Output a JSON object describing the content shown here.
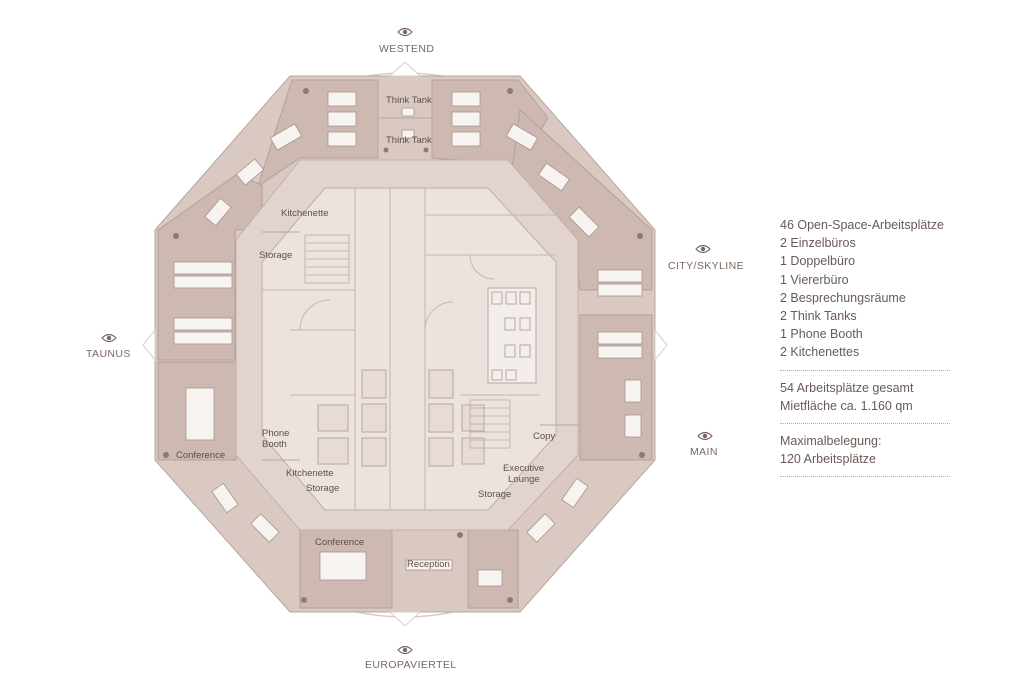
{
  "directions": {
    "north": "WESTEND",
    "east_upper": "CITY/SKYLINE",
    "east_lower": "MAIN",
    "west": "TAUNUS",
    "south": "EUROPAVIERTEL"
  },
  "rooms": {
    "think_tank_1": "Think Tank",
    "think_tank_2": "Think Tank",
    "kitchenette_top": "Kitchenette",
    "storage_left": "Storage",
    "conference_left": "Conference",
    "phone_booth_line1": "Phone",
    "phone_booth_line2": "Booth",
    "kitchenette_bottom": "Kitchenette",
    "storage_bottom": "Storage",
    "copy": "Copy",
    "executive_lounge_line1": "Executive",
    "executive_lounge_line2": "Lounge",
    "storage_right": "Storage",
    "conference_bottom": "Conference",
    "reception": "Reception"
  },
  "legend": {
    "features": [
      "46 Open-Space-Arbeitsplätze",
      "2 Einzelbüros",
      "1 Doppelbüro",
      "1 Viererbüro",
      "2 Besprechungsräume",
      "2 Think Tanks",
      "1 Phone Booth",
      "2 Kitchenettes"
    ],
    "totals": [
      "54 Arbeitsplätze gesamt",
      "Mietfläche ca. 1.160 qm"
    ],
    "occupancy": [
      "Maximalbelegung:",
      "120 Arbeitsplätze"
    ]
  },
  "colors": {
    "ring": "#d7c7c0",
    "room": "#cdbab2",
    "core": "#ece4e0",
    "line": "#b8a69e",
    "text": "#6e5e58"
  }
}
